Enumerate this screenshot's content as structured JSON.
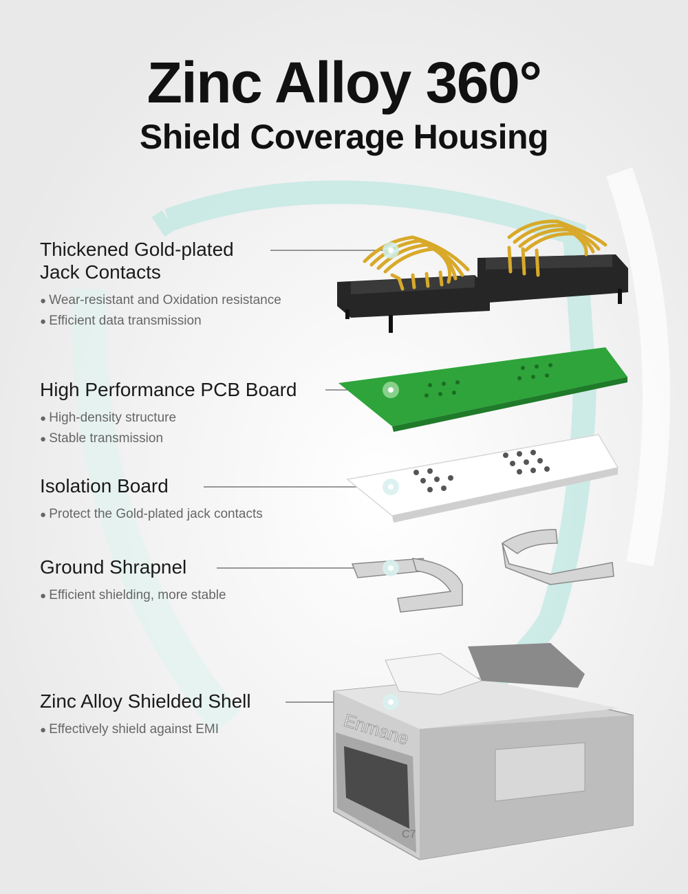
{
  "title": {
    "line1": "Zinc Alloy 360°",
    "line2": "Shield Coverage Housing"
  },
  "components": [
    {
      "name": "Thickened Gold-plated",
      "name2": "Jack Contacts",
      "bullets": [
        "Wear-resistant and Oxidation resistance",
        "Efficient data transmission"
      ]
    },
    {
      "name": "High Performance PCB Board",
      "bullets": [
        "High-density structure",
        "Stable transmission"
      ]
    },
    {
      "name": "Isolation Board",
      "bullets": [
        "Protect the Gold-plated jack contacts"
      ]
    },
    {
      "name": "Ground Shrapnel",
      "bullets": [
        "Efficient shielding, more stable"
      ]
    },
    {
      "name": "Zinc Alloy Shielded Shell",
      "bullets": [
        "Effectively shield against EMI"
      ]
    }
  ],
  "shell": {
    "brand": "Enmane",
    "marking": "C7"
  },
  "colors": {
    "accent": "#a6ddd6",
    "pcb": "#2ea43a",
    "gold": "#d8a92a",
    "connector": "#2a2a2a",
    "metal": "#c9c9c9"
  }
}
